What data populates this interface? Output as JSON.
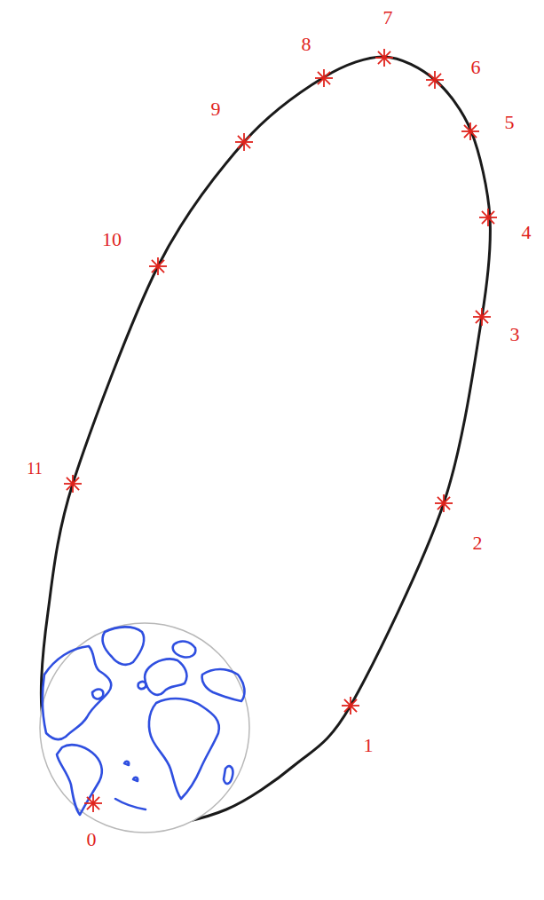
{
  "diagram": {
    "labels": [
      "0",
      "1",
      "2",
      "3",
      "4",
      "5",
      "6",
      "7",
      "8",
      "9",
      "10",
      "11"
    ]
  }
}
